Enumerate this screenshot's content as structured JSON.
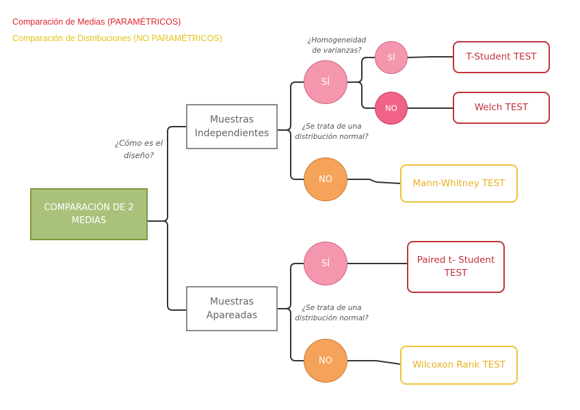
{
  "legend": {
    "parametric": "Comparación de Medias (PARAMÉTRICOS)",
    "nonparametric": "Comparación de Distribuciones (NO PARAMÉTRICOS)",
    "parametric_color": "#e0232b",
    "nonparametric_color": "#e2c41a"
  },
  "root": {
    "label": "COMPARACIÓN DE 2 MEDIAS"
  },
  "questions": {
    "design": "¿Cómo es el diseño?",
    "homogeneity": "¿Homogeneidad de varianzas?",
    "normal_independent": "¿Se trata de una distribución normal?",
    "normal_paired": "¿Se trata de una distribución normal?"
  },
  "branches": {
    "independent": {
      "label": "Muestras Independientes",
      "yes": "SÍ",
      "no": "NO",
      "homogeneity_yes": "SÍ",
      "homogeneity_no": "NO",
      "test_yes_yes": "T-Student TEST",
      "test_yes_no": "Welch TEST",
      "test_no": "Mann-Whitney TEST"
    },
    "paired": {
      "label": "Muestras Apareadas",
      "yes": "SÍ",
      "no": "NO",
      "test_yes": "Paired t- Student TEST",
      "test_no": "Wilcoxon Rank TEST"
    }
  },
  "colors": {
    "root_fill": "#a9c17b",
    "yes_pink": "#f497ae",
    "no_magenta": "#f06289",
    "no_orange": "#f5a25a",
    "parametric_test_border": "#c3303a",
    "nonparametric_test_border": "#efc13a"
  }
}
